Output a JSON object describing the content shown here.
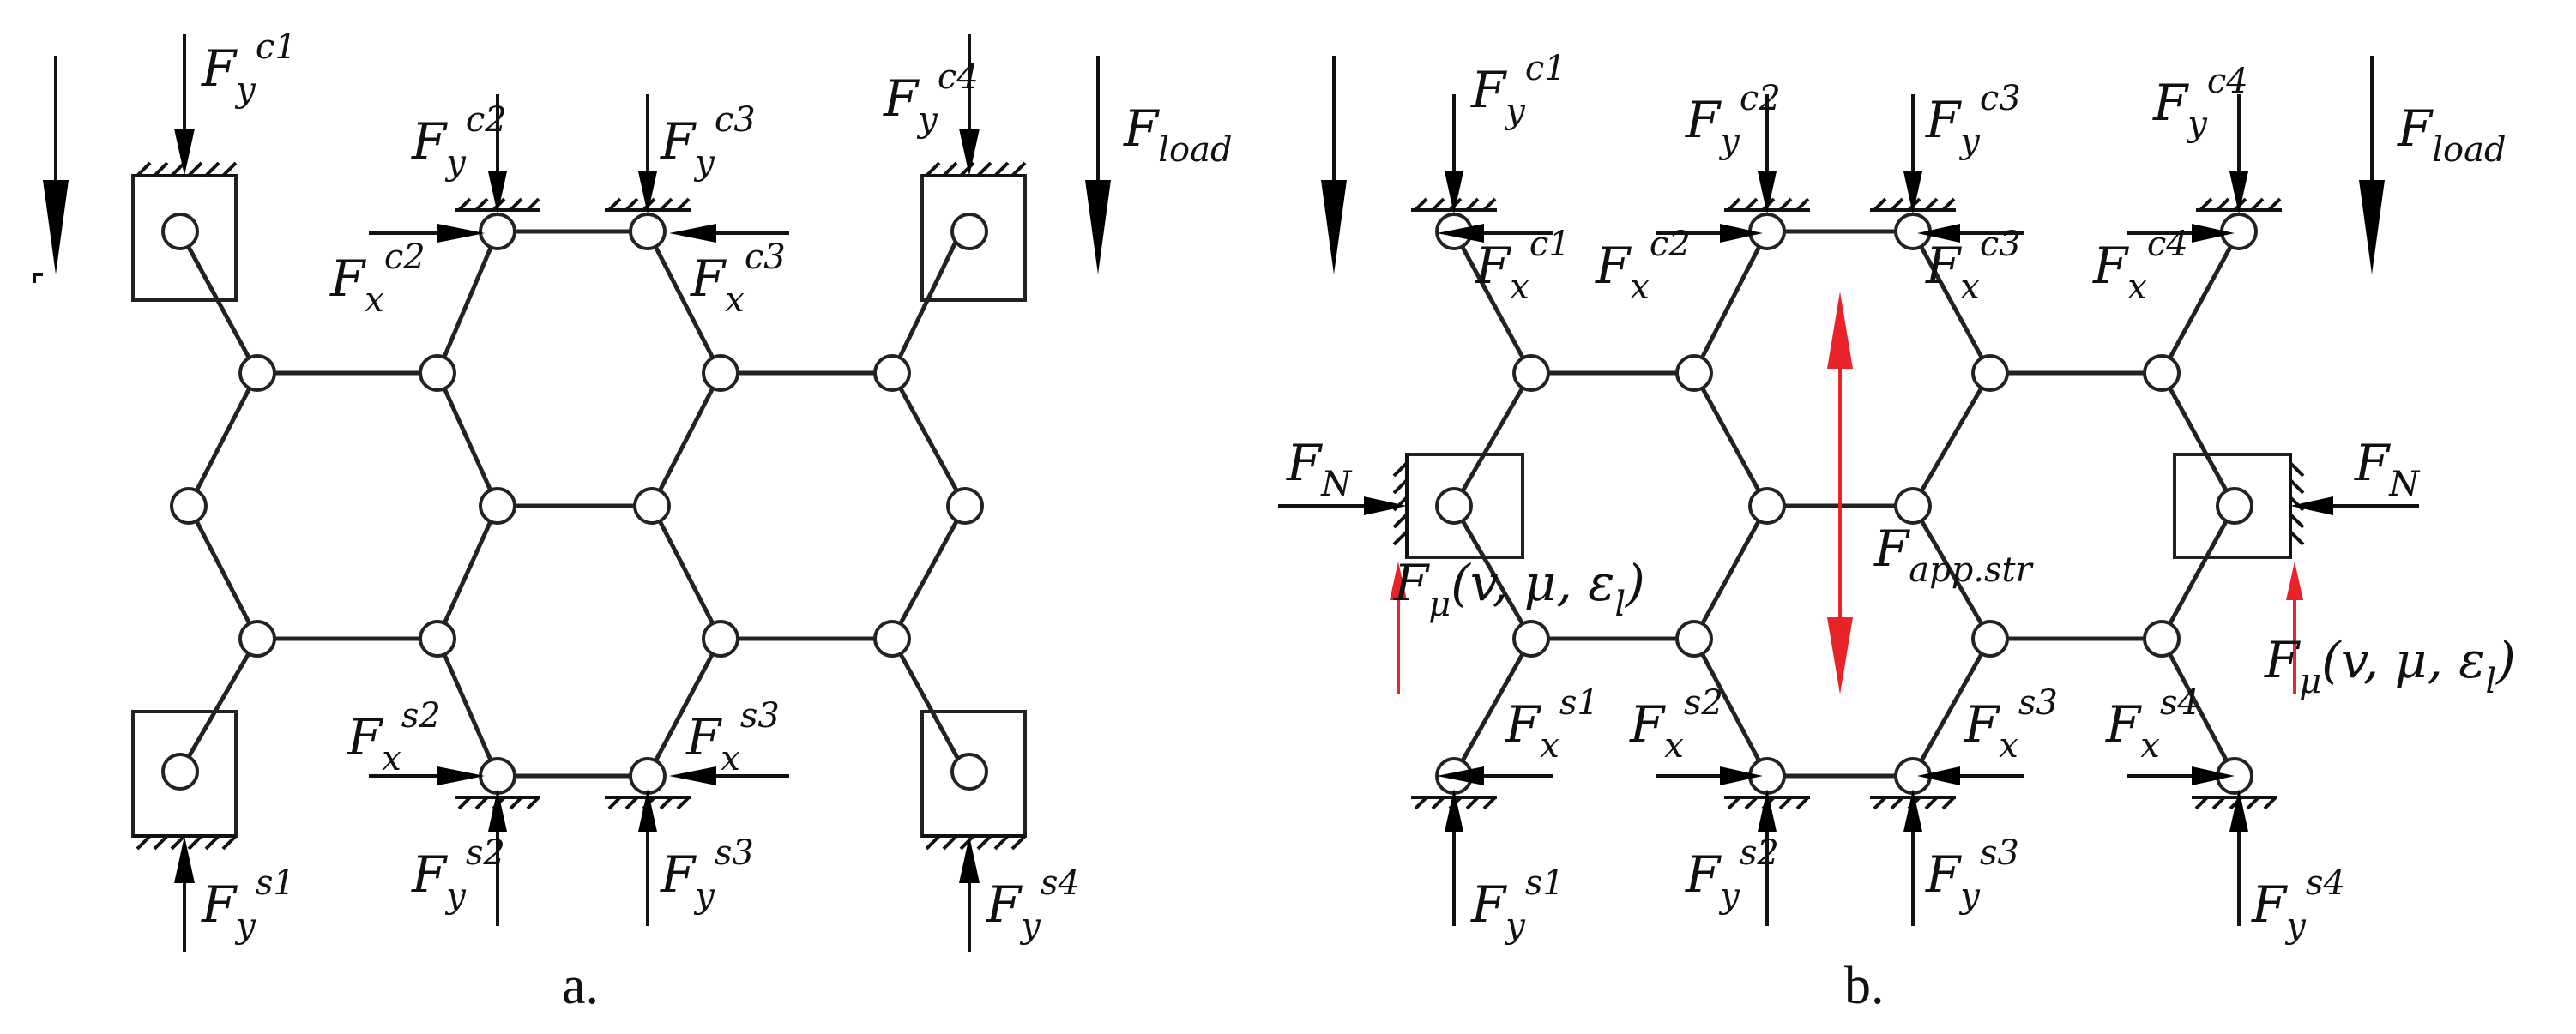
{
  "panels": [
    {
      "caption": "a.",
      "load_label": "F",
      "load_sub": "load",
      "top_forces": [
        {
          "base": "F",
          "sub": "y",
          "sup": "c1"
        },
        {
          "base": "F",
          "sub": "y",
          "sup": "c2"
        },
        {
          "base": "F",
          "sub": "y",
          "sup": "c3"
        },
        {
          "base": "F",
          "sub": "y",
          "sup": "c4"
        }
      ],
      "top_horizontal": [
        {
          "base": "F",
          "sub": "x",
          "sup": "c2"
        },
        {
          "base": "F",
          "sub": "x",
          "sup": "c3"
        }
      ],
      "bottom_forces": [
        {
          "base": "F",
          "sub": "y",
          "sup": "s1"
        },
        {
          "base": "F",
          "sub": "y",
          "sup": "s2"
        },
        {
          "base": "F",
          "sub": "y",
          "sup": "s3"
        },
        {
          "base": "F",
          "sub": "y",
          "sup": "s4"
        }
      ],
      "bottom_horizontal": [
        {
          "base": "F",
          "sub": "x",
          "sup": "s2"
        },
        {
          "base": "F",
          "sub": "x",
          "sup": "s3"
        }
      ]
    },
    {
      "caption": "b.",
      "load_label": "F",
      "load_sub": "load",
      "top_forces": [
        {
          "base": "F",
          "sub": "y",
          "sup": "c1"
        },
        {
          "base": "F",
          "sub": "y",
          "sup": "c2"
        },
        {
          "base": "F",
          "sub": "y",
          "sup": "c3"
        },
        {
          "base": "F",
          "sub": "y",
          "sup": "c4"
        }
      ],
      "top_horizontal": [
        {
          "base": "F",
          "sub": "x",
          "sup": "c1"
        },
        {
          "base": "F",
          "sub": "x",
          "sup": "c2"
        },
        {
          "base": "F",
          "sub": "x",
          "sup": "c3"
        },
        {
          "base": "F",
          "sub": "x",
          "sup": "c4"
        }
      ],
      "bottom_forces": [
        {
          "base": "F",
          "sub": "y",
          "sup": "s1"
        },
        {
          "base": "F",
          "sub": "y",
          "sup": "s2"
        },
        {
          "base": "F",
          "sub": "y",
          "sup": "s3"
        },
        {
          "base": "F",
          "sub": "y",
          "sup": "s4"
        }
      ],
      "bottom_horizontal": [
        {
          "base": "F",
          "sub": "x",
          "sup": "s1"
        },
        {
          "base": "F",
          "sub": "x",
          "sup": "s2"
        },
        {
          "base": "F",
          "sub": "x",
          "sup": "s3"
        },
        {
          "base": "F",
          "sub": "x",
          "sup": "s4"
        }
      ],
      "normal_force": {
        "base": "F",
        "sub": "N"
      },
      "friction_force": {
        "base": "F",
        "sub": "μ",
        "args": "(v, μ, ε",
        "args_sub": "l",
        "args_end": ")"
      },
      "apparent_stretch": {
        "base": "F",
        "sub": "app.str"
      },
      "accent_color": "#e8242a"
    }
  ]
}
